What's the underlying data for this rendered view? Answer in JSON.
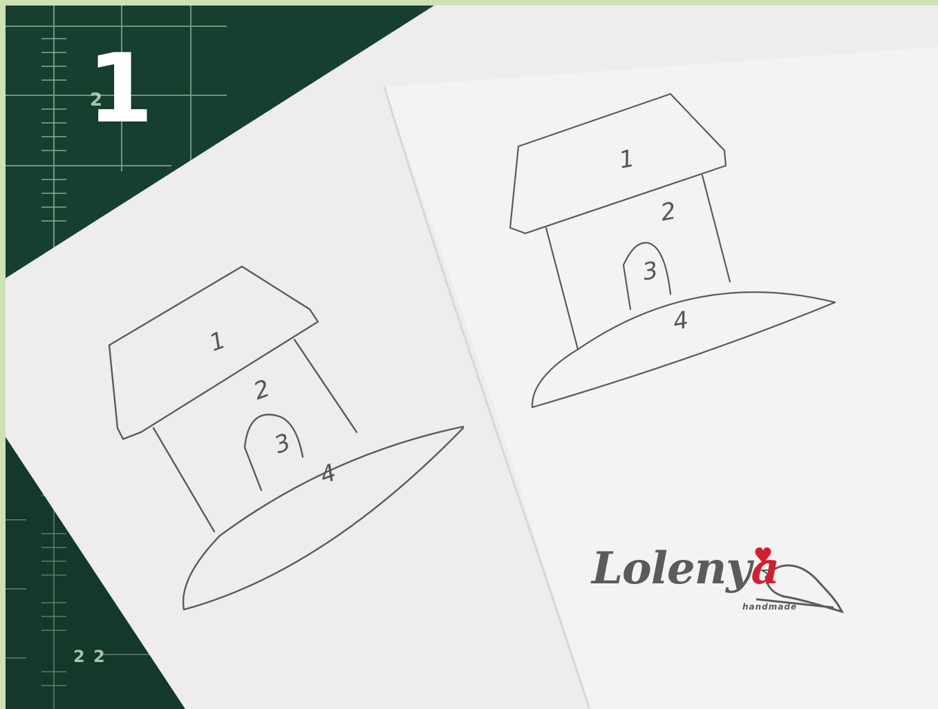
{
  "step": {
    "number": "1"
  },
  "mat": {
    "ruler_top_digit": "2",
    "ruler_bottom_digits": "2 2"
  },
  "left_sketch": {
    "labels": [
      "1",
      "2",
      "3",
      "4"
    ]
  },
  "right_sketch": {
    "labels": [
      "1",
      "2",
      "3",
      "4"
    ]
  },
  "logo": {
    "name_main": "Loleny",
    "name_accent": "a",
    "subtitle": "handmade"
  },
  "colors": {
    "frame": "#cfe0b8",
    "cutting_mat": "#173f30",
    "paper": "#f2f0ee",
    "pencil": "#555555",
    "logo_gray": "#5b5b5b",
    "logo_red": "#d0202f"
  }
}
